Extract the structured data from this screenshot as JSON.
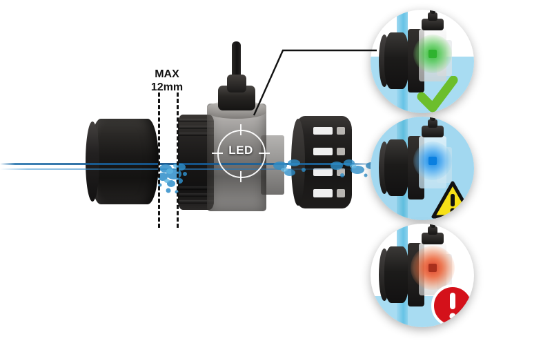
{
  "diagram": {
    "title": "Water level sensor LED status installation guide",
    "dimension": {
      "line1": "MAX",
      "line2": "12mm",
      "name": "max-immersion-depth"
    },
    "led_marker": {
      "label": "LED",
      "name": "led-location-target"
    },
    "main_device": {
      "name": "water-level-sensor-assembly",
      "parts": [
        "left-end-cap-cylinder",
        "threaded-collar",
        "transparent-sensor-housing",
        "cable",
        "intake-grill-cage"
      ]
    },
    "waterline": {
      "name": "water-surface-line",
      "color": "#1e6eaa"
    }
  },
  "callouts": [
    {
      "id": "ok",
      "name": "callout-status-ok",
      "led_color": "#2fb32f",
      "led_glow": "#49c94b",
      "status_icon": "checkmark-icon",
      "icon_color": "#6cbe2c",
      "water_fill_pct": 46,
      "water_color": "#a8dcf2"
    },
    {
      "id": "warning",
      "name": "callout-status-warning",
      "led_color": "#0a7fe0",
      "led_glow": "#2e9bf0",
      "status_icon": "warning-triangle-icon",
      "icon_color": "#f7e017",
      "water_fill_pct": 100,
      "water_color": "#a2d8f0"
    },
    {
      "id": "error",
      "name": "callout-status-error",
      "led_color": "#d9381e",
      "led_glow": "#ef5a2a",
      "status_icon": "error-circle-icon",
      "icon_color": "#d4111a",
      "water_fill_pct": 30,
      "water_color": "#a8dcf2"
    }
  ]
}
